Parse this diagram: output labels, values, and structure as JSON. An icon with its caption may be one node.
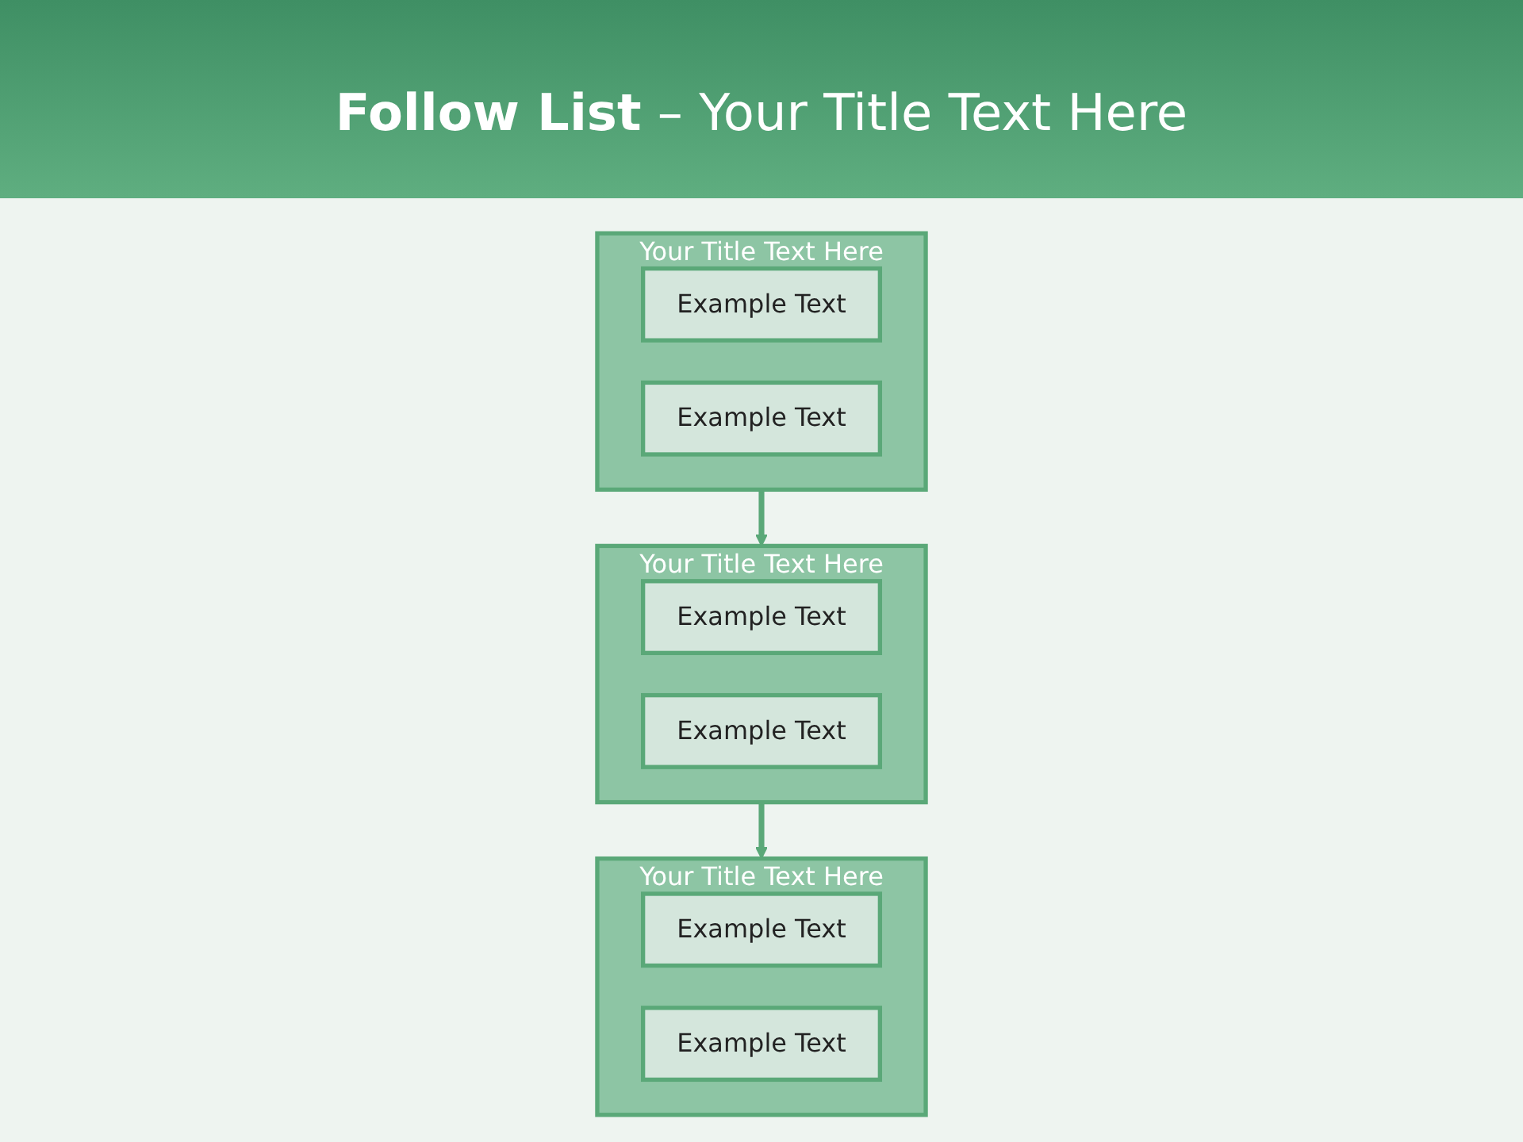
{
  "diagram": {
    "title": "**Follow List** – Your Title Text Here",
    "nodes": [
      {
        "text": [
          "Your Title Text Here"
        ]
      },
      {
        "text": [
          "Example Text"
        ],
        "in": 0
      },
      {
        "text": [
          "Example Text"
        ],
        "in": 0
      },
      {
        "text": [
          "Your Title Text Here"
        ]
      },
      {
        "text": [
          "Example Text"
        ],
        "in": 3
      },
      {
        "text": [
          "Example Text"
        ],
        "in": 3
      },
      {
        "text": [
          "Your Title Text Here"
        ]
      },
      {
        "text": [
          "Example Text"
        ],
        "in": 6
      },
      {
        "text": [
          "Example Text"
        ],
        "in": 6
      }
    ],
    "edges": [
      {
        "from": 0,
        "to": 3,
        "arrow": "to"
      },
      {
        "from": 3,
        "to": 6,
        "arrow": "to"
      }
    ]
  }
}
